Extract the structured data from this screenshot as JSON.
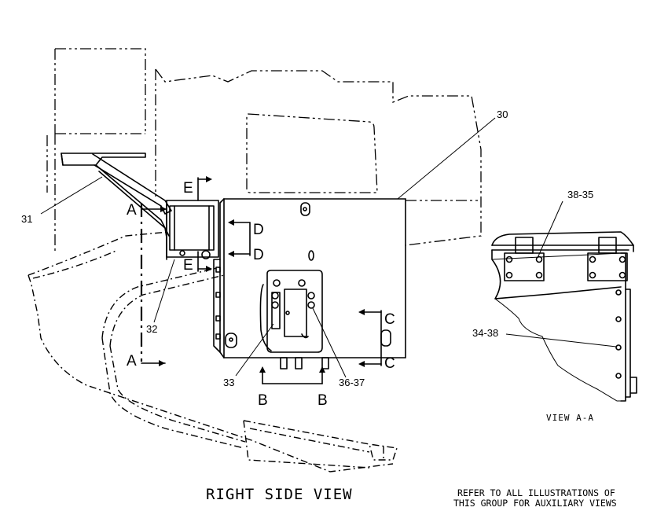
{
  "callouts": {
    "c30": "30",
    "c31": "31",
    "c32": "32",
    "c33": "33",
    "c36_37": "36-37",
    "c38_35": "38-35",
    "c34_38": "34-38"
  },
  "section_markers": {
    "a_top": "A",
    "a_bottom": "A",
    "b_left": "B",
    "b_right": "B",
    "c_top": "C",
    "c_bottom": "C",
    "d_top": "D",
    "d_bottom": "D",
    "e_top": "E",
    "e_bottom": "E"
  },
  "labels": {
    "right_side_view": "RIGHT SIDE VIEW",
    "view_aa": "VIEW A-A",
    "refer_line1": "REFER TO ALL ILLUSTRATIONS OF",
    "refer_line2": "THIS GROUP FOR AUXILIARY VIEWS"
  },
  "style": {
    "line_color": "#000000",
    "background": "#ffffff"
  }
}
